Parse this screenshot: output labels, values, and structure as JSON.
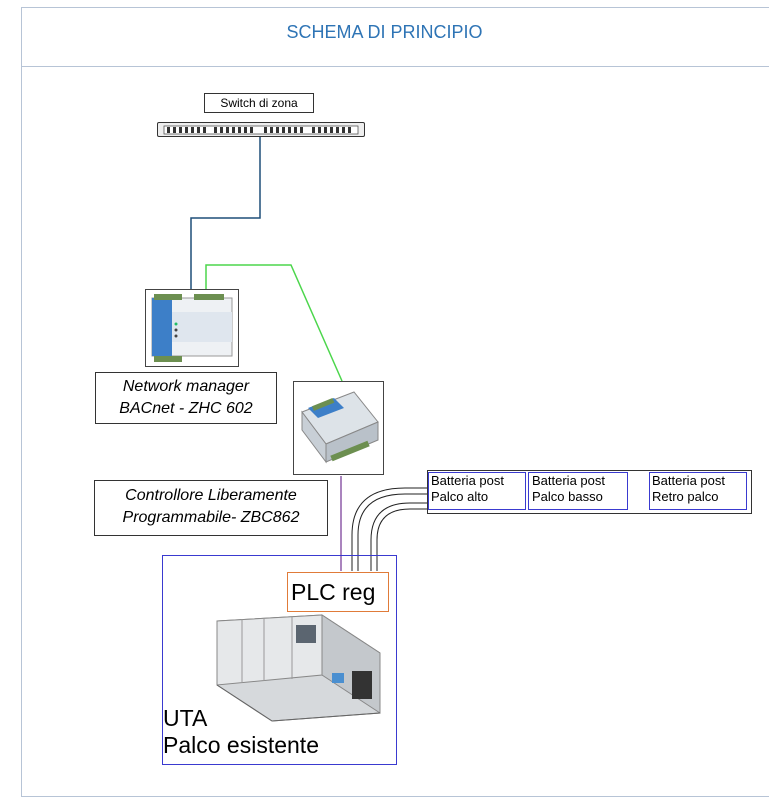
{
  "title": "SCHEMA DI PRINCIPIO",
  "switch": {
    "label": "Switch di zona"
  },
  "network_manager": {
    "line1": "Network manager",
    "line2": "BACnet - ZHC 602"
  },
  "controller": {
    "line1": "Controllore Liberamente",
    "line2": "Programmabile- ZBC862"
  },
  "batteries": [
    {
      "line1": "Batteria post",
      "line2": "Palco alto"
    },
    {
      "line1": "Batteria post",
      "line2": "Palco basso"
    },
    {
      "line1": "Batteria post",
      "line2": "Retro palco"
    }
  ],
  "plc": {
    "label": "PLC reg"
  },
  "uta": {
    "line1": "UTA",
    "line2": "Palco esistente"
  },
  "colors": {
    "title": "#2e74b5",
    "network_cable": "#1f4e79",
    "bus_cable": "#4cd64c",
    "plc_cable": "#8e5aa8",
    "uta_border": "#3a3ad0",
    "plc_border": "#e07b39",
    "battery_border": "#3a3ad0"
  }
}
